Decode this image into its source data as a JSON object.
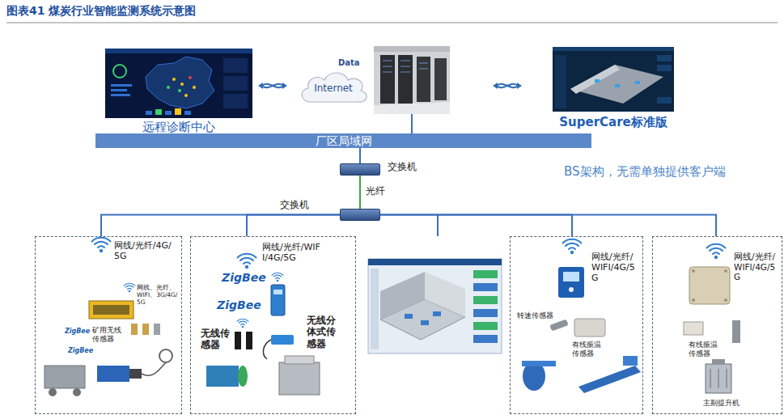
{
  "diagram": {
    "title": "图表41 煤炭行业智能监测系统示意图",
    "nodes": [
      {
        "text": [
          "远程诊断中心"
        ]
      },
      {
        "text": [
          "Internet"
        ]
      },
      {
        "text": [
          "SuperCare标准版"
        ]
      },
      {
        "text": [
          "厂区局域网"
        ]
      },
      {
        "text": [
          "交换机"
        ]
      },
      {
        "text": [
          "交换机"
        ]
      },
      {
        "text": [
          "网线/光纤/4G/5G",
          "网线、光纤、WIFI、3G/4G/5G",
          "ZigBee",
          "ZigBee",
          "矿用无线传感器"
        ]
      },
      {
        "text": [
          "网线/光纤/WIFI/4G/5G",
          "ZigBee",
          "ZigBee",
          "无线传感器",
          "无线分体式传感器"
        ]
      },
      {
        "text": [
          "网线/光纤/WIFI/4G/5G",
          "转速传感器",
          "有线振温传感器"
        ]
      },
      {
        "text": [
          "网线/光纤/WIFI/4G/5G",
          "有线振温传感器",
          "主副提升机"
        ]
      }
    ],
    "edges": [
      {
        "from": 3,
        "to": 4,
        "arrow": "none"
      },
      {
        "from": 4,
        "to": 5,
        "label": "光纤",
        "arrow": "none"
      },
      {
        "from": 5,
        "to": 6,
        "arrow": "none"
      },
      {
        "from": 5,
        "to": 7,
        "arrow": "none"
      },
      {
        "from": 5,
        "to": 8,
        "arrow": "none"
      },
      {
        "from": 5,
        "to": 9,
        "arrow": "none"
      }
    ],
    "labels": [
      "Data",
      "BS架构，无需单独提供客户端"
    ]
  }
}
